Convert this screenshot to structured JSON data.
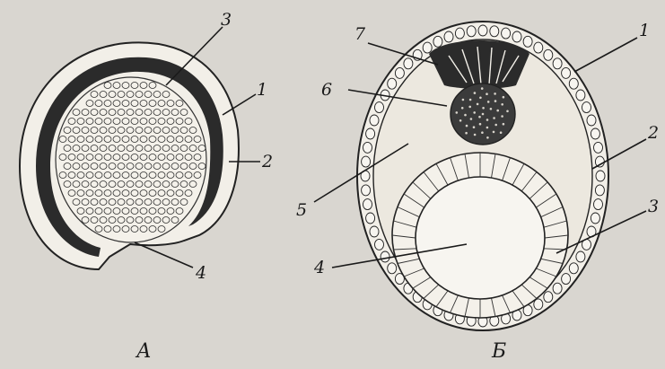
{
  "panels": [
    {
      "caption": "А",
      "labels": [
        "3",
        "1",
        "2",
        "4"
      ]
    },
    {
      "caption": "Б",
      "labels": [
        "7",
        "6",
        "1",
        "2",
        "5",
        "3",
        "4"
      ]
    }
  ]
}
